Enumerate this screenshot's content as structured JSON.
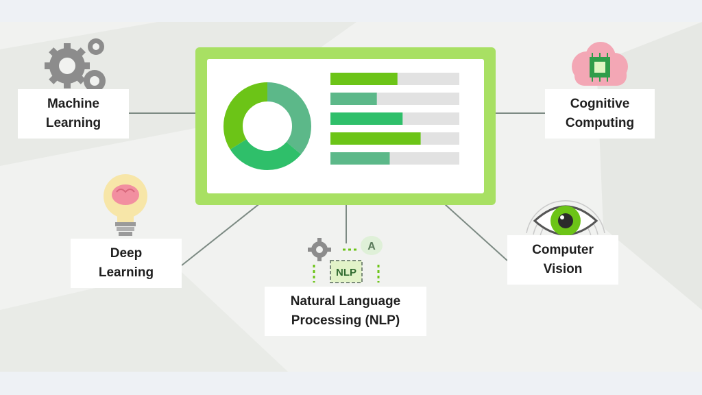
{
  "colors": {
    "accent_green": "#a8e063",
    "bar_green": "#6cc417",
    "bar_teal": "#5cb889",
    "bar_track": "#e2e2e2",
    "connector": "#7c8a83"
  },
  "screen": {
    "donut_segments": [
      {
        "color": "#5cb889",
        "value": 0.36
      },
      {
        "color": "#2fbf6a",
        "value": 0.3
      },
      {
        "color": "#6cc417",
        "value": 0.34
      }
    ],
    "bars": [
      {
        "fill": 0.52,
        "color": "#6cc417"
      },
      {
        "fill": 0.36,
        "color": "#5cb889"
      },
      {
        "fill": 0.56,
        "color": "#2fbf6a"
      },
      {
        "fill": 0.7,
        "color": "#6cc417"
      },
      {
        "fill": 0.46,
        "color": "#5cb889"
      }
    ]
  },
  "nodes": {
    "machine_learning": {
      "line1": "Machine",
      "line2": "Learning",
      "icon": "gears-icon"
    },
    "cognitive_computing": {
      "line1": "Cognitive",
      "line2": "Computing",
      "icon": "cloud-chip-icon"
    },
    "deep_learning": {
      "line1": "Deep",
      "line2": "Learning",
      "icon": "brain-bulb-icon"
    },
    "nlp": {
      "line1": "Natural Language",
      "line2": "Processing (NLP)",
      "icon": "nlp-chip-icon",
      "chip_label": "NLP",
      "bubble_label": "A"
    },
    "computer_vision": {
      "line1": "Computer",
      "line2": "Vision",
      "icon": "eye-icon"
    }
  }
}
